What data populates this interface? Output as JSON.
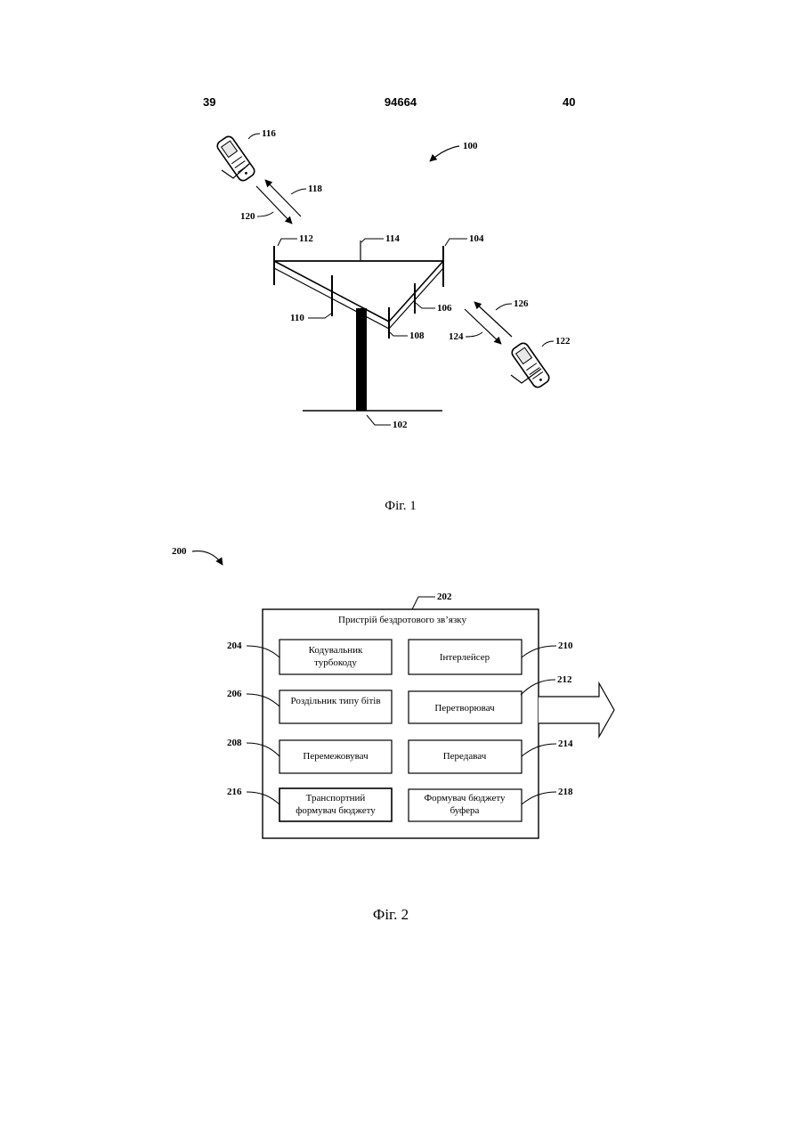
{
  "header": {
    "left": "39",
    "center": "94664",
    "right": "40"
  },
  "fig1": {
    "caption": "Фіг. 1",
    "refs": {
      "r100": "100",
      "r102": "102",
      "r104": "104",
      "r106": "106",
      "r108": "108",
      "r110": "110",
      "r112": "112",
      "r114": "114",
      "r116": "116",
      "r118": "118",
      "r120": "120",
      "r122": "122",
      "r124": "124",
      "r126": "126"
    }
  },
  "fig2": {
    "caption": "Фіг. 2",
    "ref_system": "200",
    "ref_device": "202",
    "device_title": "Пристрій бездротового зв’язку",
    "blocks": {
      "turbo_encoder": {
        "ref": "204",
        "line1": "Кодувальник",
        "line2": "турбокоду"
      },
      "bit_separator": {
        "ref": "206",
        "line1": "Роздільник типу бітів"
      },
      "interleaver_208": {
        "ref": "208",
        "line1": "Перемежовувач"
      },
      "transport_budget": {
        "ref": "216",
        "line1": "Транспортний",
        "line2": "формувач бюджету"
      },
      "interleiser": {
        "ref": "210",
        "line1": "Інтерлейсер"
      },
      "converter": {
        "ref": "212",
        "line1": "Перетворювач"
      },
      "transmitter": {
        "ref": "214",
        "line1": "Передавач"
      },
      "buffer_budget": {
        "ref": "218",
        "line1": "Формувач бюджету",
        "line2": "буфера"
      }
    }
  }
}
